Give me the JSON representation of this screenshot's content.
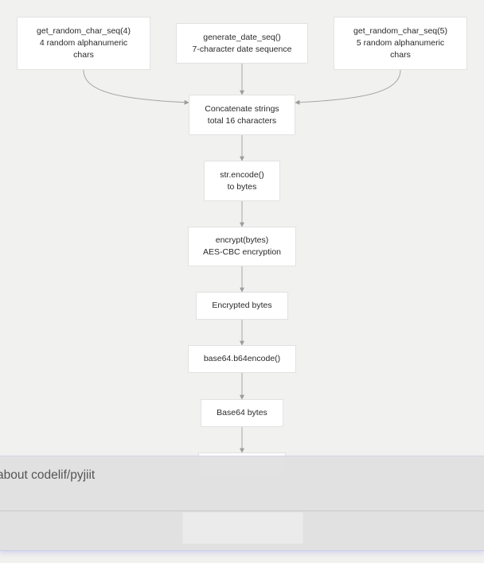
{
  "diagram": {
    "nodes": [
      {
        "id": "rand4",
        "lines": [
          "get_random_char_seq(4)",
          "4 random alphanumeric",
          "chars"
        ]
      },
      {
        "id": "date",
        "lines": [
          "generate_date_seq()",
          "7-character date sequence"
        ]
      },
      {
        "id": "rand5",
        "lines": [
          "get_random_char_seq(5)",
          "5 random alphanumeric",
          "chars"
        ]
      },
      {
        "id": "concat",
        "lines": [
          "Concatenate strings",
          "total 16 characters"
        ]
      },
      {
        "id": "encode",
        "lines": [
          "str.encode()",
          "to bytes"
        ]
      },
      {
        "id": "encrypt",
        "lines": [
          "encrypt(bytes)",
          "AES-CBC encryption"
        ]
      },
      {
        "id": "encbytes",
        "lines": [
          "Encrypted bytes"
        ]
      },
      {
        "id": "b64",
        "lines": [
          "base64.b64encode()"
        ]
      },
      {
        "id": "b64bytes",
        "lines": [
          "Base64 bytes"
        ]
      }
    ],
    "edges": [
      {
        "from": "rand4",
        "to": "concat"
      },
      {
        "from": "date",
        "to": "concat"
      },
      {
        "from": "rand5",
        "to": "concat"
      },
      {
        "from": "concat",
        "to": "encode"
      },
      {
        "from": "encode",
        "to": "encrypt"
      },
      {
        "from": "encrypt",
        "to": "encbytes"
      },
      {
        "from": "encbytes",
        "to": "b64"
      },
      {
        "from": "b64",
        "to": "b64bytes"
      },
      {
        "from": "b64bytes",
        "to": "hidden1"
      }
    ]
  },
  "overlay": {
    "title": "about codelif/pyjiit"
  }
}
